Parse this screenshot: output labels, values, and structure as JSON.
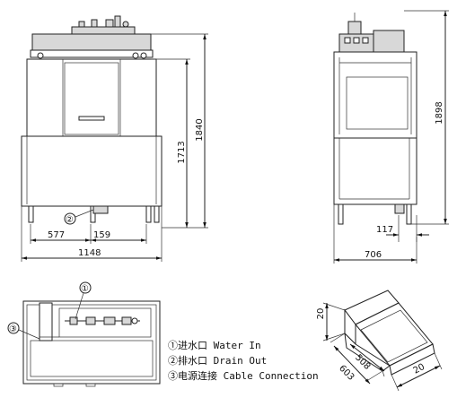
{
  "dimensions": {
    "front_height_inner": "1713",
    "front_height_total": "1840",
    "front_width_total": "1148",
    "front_width_left": "577",
    "front_width_right": "159",
    "side_height_total": "1898",
    "side_depth": "706",
    "side_offset": "117",
    "iso_height": "20",
    "iso_length": "603",
    "iso_width": "508",
    "iso_lip": "20"
  },
  "callouts": {
    "drain": "②",
    "water": "①",
    "cable": "③"
  },
  "legend": [
    "①进水口 Water In",
    "②排水口 Drain Out",
    "③电源连接 Cable Connection"
  ]
}
